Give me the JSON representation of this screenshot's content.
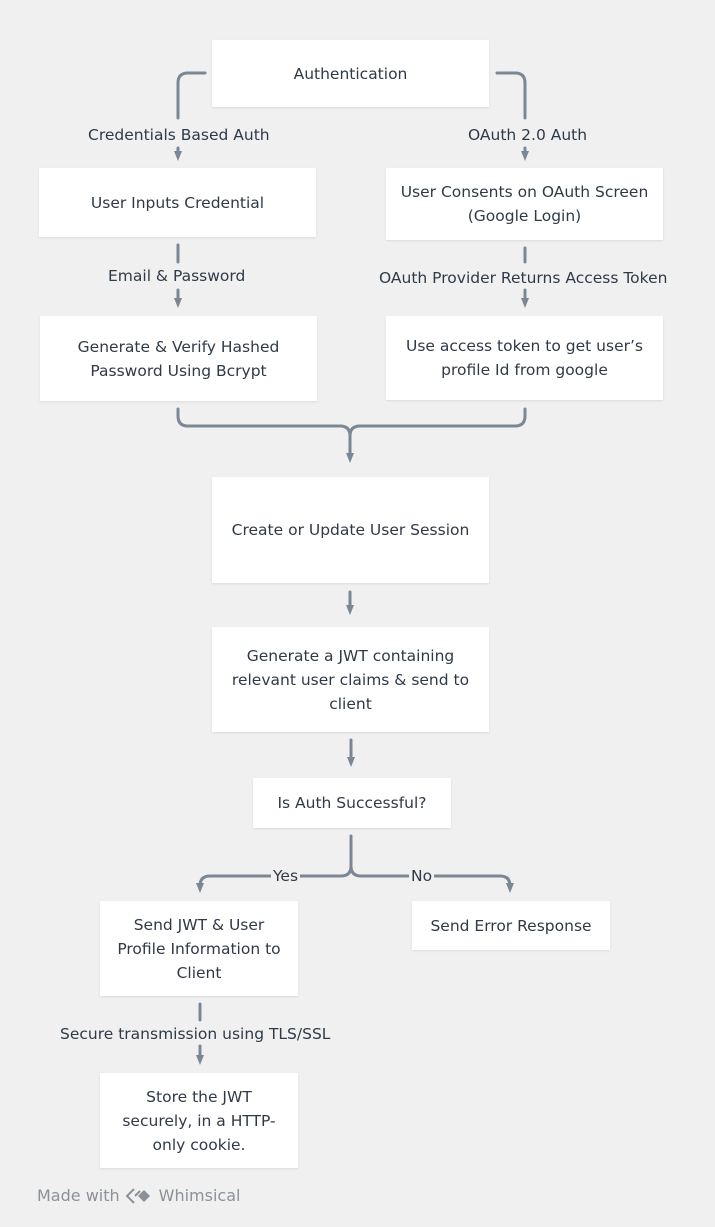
{
  "nodes": {
    "authentication": "Authentication",
    "user_inputs_credential": "User Inputs Credential",
    "user_consents": "User Consents on OAuth Screen\n(Google Login)",
    "generate_verify_hash": "Generate & Verify Hashed\nPassword Using Bcrypt",
    "use_access_token": "Use access token to get user’s\nprofile Id from google",
    "create_update_session": "Create or Update User Session",
    "generate_jwt": "Generate a JWT containing\nrelevant user claims & send to\nclient",
    "is_auth_successful": "Is Auth Successful?",
    "send_jwt_profile": "Send JWT & User\nProfile Information to\nClient",
    "send_error": "Send Error Response",
    "store_jwt": "Store the JWT\nsecurely, in a HTTP-\nonly cookie."
  },
  "edges": {
    "credentials_based_auth": "Credentials Based Auth",
    "oauth_auth": "OAuth 2.0 Auth",
    "email_password": "Email & Password",
    "provider_returns_token": "OAuth Provider Returns Access Token",
    "yes": "Yes",
    "no": "No",
    "secure_transmission": "Secure transmission using TLS/SSL"
  },
  "footer": {
    "made_with": "Made with",
    "brand": "Whimsical"
  },
  "colors": {
    "background": "#f0f0f1",
    "node_fill": "#ffffff",
    "connector": "#7a8794",
    "text": "#2f3a48",
    "footer_text": "#8b9196"
  }
}
